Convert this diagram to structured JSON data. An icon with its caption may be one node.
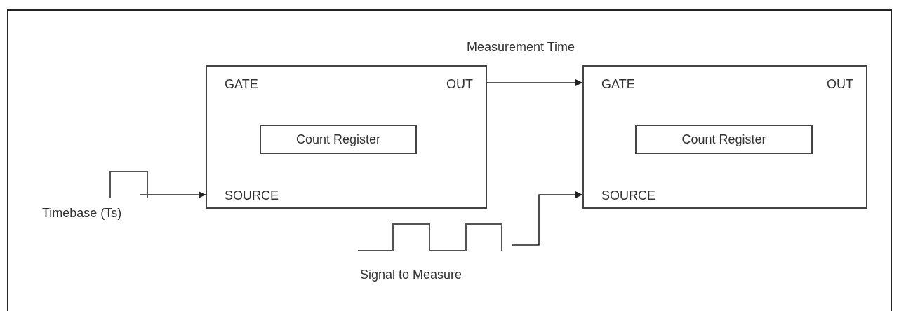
{
  "diagram": {
    "nodes": [
      {
        "text": [
          "GATE",
          "OUT",
          "SOURCE"
        ]
      },
      {
        "text": [
          "Count Register"
        ],
        "in": 0
      },
      {
        "text": [
          "GATE",
          "OUT",
          "SOURCE"
        ]
      },
      {
        "text": [
          "Count Register"
        ],
        "in": 2
      },
      {
        "text": [
          "Timebase (Ts)"
        ]
      },
      {
        "text": [
          "Signal to Measure"
        ]
      }
    ],
    "edges": [
      {
        "from": 4,
        "to": 0,
        "arrow": "to"
      },
      {
        "from": 0,
        "to": 2,
        "arrow": "to",
        "label": "Measurement Time"
      },
      {
        "from": 5,
        "to": 2,
        "arrow": "to"
      }
    ]
  }
}
